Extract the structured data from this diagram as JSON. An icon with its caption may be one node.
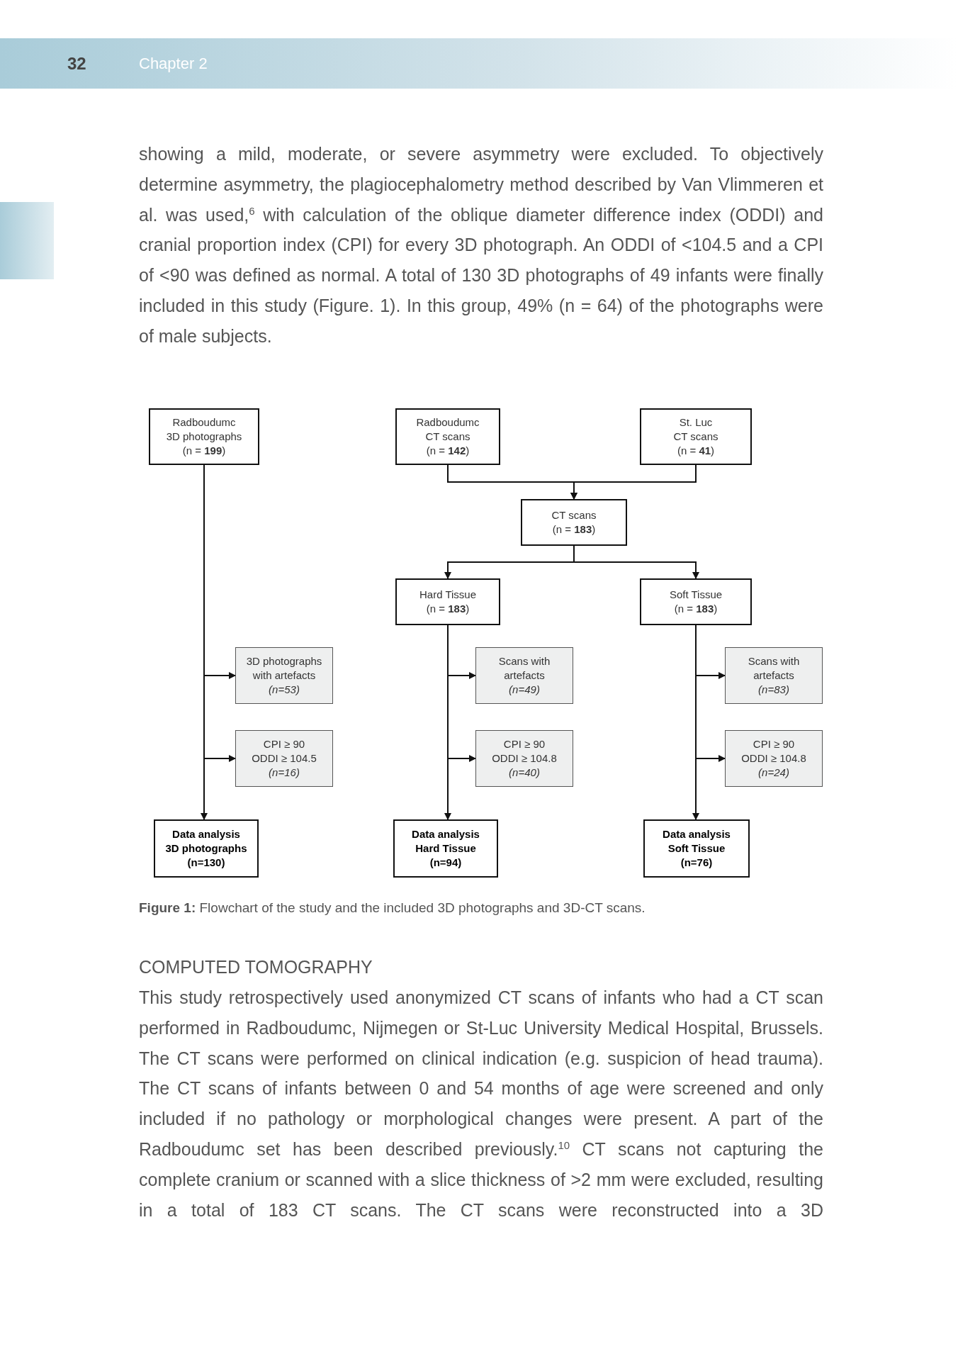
{
  "diagram": {
    "caption": "**Figure 1:** Flowchart of the study and the included 3D photographs and 3D-CT scans.",
    "nodes": [
      {
        "text": [
          "Radboudumc",
          "3D photographs",
          "(n = **199**)"
        ]
      },
      {
        "text": [
          "Radboudumc",
          "CT scans",
          "(n = **142**)"
        ]
      },
      {
        "text": [
          "St. Luc",
          "CT scans",
          "(n = **41**)"
        ]
      },
      {
        "text": [
          "CT scans",
          "(n = **183**)"
        ]
      },
      {
        "text": [
          "Hard Tissue",
          "(n = **183**)"
        ]
      },
      {
        "text": [
          "Soft Tissue",
          "(n = **183**)"
        ]
      },
      {
        "text": [
          "3D photographs with artefacts",
          "(n=53)"
        ]
      },
      {
        "text": [
          "Scans with artefacts",
          "(n=49)"
        ]
      },
      {
        "text": [
          "Scans with artefacts",
          "(n=83)"
        ]
      },
      {
        "text": [
          "CPI ≥ 90",
          "ODDI ≥ 104.5",
          "(n=16)"
        ]
      },
      {
        "text": [
          "CPI ≥ 90",
          "ODDI ≥ 104.8",
          "(n=40)"
        ]
      },
      {
        "text": [
          "CPI ≥ 90",
          "ODDI ≥ 104.8",
          "(n=24)"
        ]
      },
      {
        "text": [
          "Data analysis",
          "3D photographs",
          "(n=130)"
        ]
      },
      {
        "text": [
          "Data analysis",
          "Hard Tissue",
          "(n=94)"
        ]
      },
      {
        "text": [
          "Data analysis",
          "Soft Tissue",
          "(n=76)"
        ]
      }
    ],
    "edges": [
      {
        "from": 1,
        "to": 3,
        "arrow": "to"
      },
      {
        "from": 2,
        "to": 3,
        "arrow": "to"
      },
      {
        "from": 3,
        "to": 4,
        "arrow": "to"
      },
      {
        "from": 3,
        "to": 5,
        "arrow": "to"
      },
      {
        "from": 0,
        "to": 6,
        "arrow": "to"
      },
      {
        "from": 0,
        "to": 9,
        "arrow": "to"
      },
      {
        "from": 0,
        "to": 12,
        "arrow": "to"
      },
      {
        "from": 4,
        "to": 7,
        "arrow": "to"
      },
      {
        "from": 4,
        "to": 10,
        "arrow": "to"
      },
      {
        "from": 4,
        "to": 13,
        "arrow": "to"
      },
      {
        "from": 5,
        "to": 8,
        "arrow": "to"
      },
      {
        "from": 5,
        "to": 11,
        "arrow": "to"
      },
      {
        "from": 5,
        "to": 14,
        "arrow": "to"
      }
    ],
    "labels": [
      "32",
      "Chapter 2",
      "showing a mild, moderate, or severe asymmetry were excluded. To objectively determine asymmetry, the plagiocephalometry method described by Van Vlimmeren et al. was used,$^{6}$ with calculation of the oblique diameter difference index (ODDI) and cranial proportion index (CPI) for every 3D photograph. An ODDI of <104.5 and a CPI of <90 was defined as normal. A total of 130 3D photographs of 49 infants were finally included in this study (Figure. 1). In this group, 49% (n = 64) of the photographs were of male subjects.",
      "COMPUTED TOMOGRAPHY",
      "This study retrospectively used anonymized CT scans of infants who had a CT scan performed in Radboudumc, Nijmegen or St-Luc University Medical Hospital, Brussels. The CT scans were performed on clinical indication (e.g. suspicion of head trauma). The CT scans of infants between 0 and 54 months of age were screened and only included if no pathology or morphological changes were present. A part of the Radboudumc set has been described previously.$^{10}$ CT scans not capturing the complete cranium or scanned with a slice thickness of >2 mm were excluded, resulting in a total of 183 CT scans. The CT scans were reconstructed into a 3D"
    ]
  }
}
